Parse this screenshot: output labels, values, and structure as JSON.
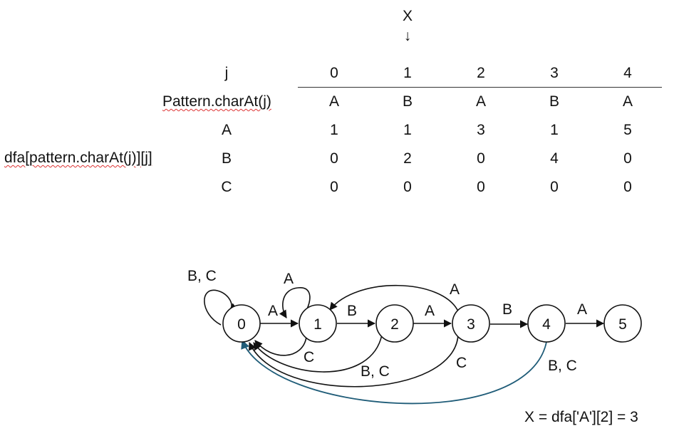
{
  "marker": {
    "label": "X",
    "arrow": "↓"
  },
  "table": {
    "j_label": "j",
    "row_header_pattern": "Pattern.charAt(j)",
    "dfa_label": "dfa[pattern.charAt(j)][j]",
    "columns": [
      "0",
      "1",
      "2",
      "3",
      "4"
    ],
    "pattern_row": [
      "A",
      "B",
      "A",
      "B",
      "A"
    ],
    "rows": [
      {
        "char": "A",
        "values": [
          "1",
          "1",
          "3",
          "1",
          "5"
        ]
      },
      {
        "char": "B",
        "values": [
          "0",
          "2",
          "0",
          "4",
          "0"
        ]
      },
      {
        "char": "C",
        "values": [
          "0",
          "0",
          "0",
          "0",
          "0"
        ]
      }
    ]
  },
  "dfa": {
    "states": [
      "0",
      "1",
      "2",
      "3",
      "4",
      "5"
    ],
    "edge_labels": {
      "self0": "B, C",
      "self1": "A",
      "e01": "A",
      "e12": "B",
      "e23": "A",
      "e34": "B",
      "e45": "A",
      "e31": "A",
      "e10": "C",
      "e20": "B, C",
      "e30": "C",
      "e40": "B, C"
    },
    "colors": {
      "highlight_edge": "#1f5c78",
      "edge": "#111111"
    }
  },
  "formula": "X = dfa['A'][2] = 3"
}
